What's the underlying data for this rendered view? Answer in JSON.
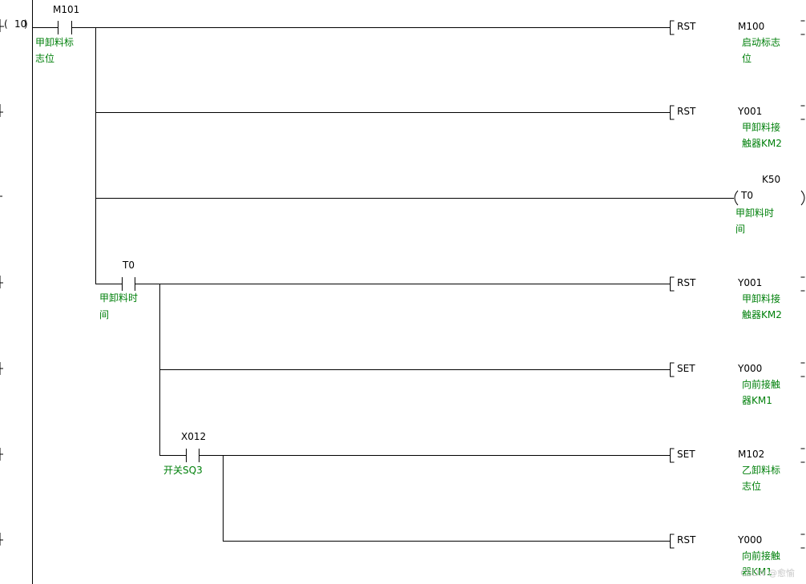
{
  "step": "10",
  "contacts": [
    {
      "device": "M101",
      "comment": [
        "甲卸料标",
        "志位"
      ]
    },
    {
      "device": "T0",
      "comment": [
        "甲卸料时",
        "间"
      ]
    },
    {
      "device": "X012",
      "comment": [
        "开关SQ3"
      ]
    }
  ],
  "outputs": [
    {
      "instr": "RST",
      "device": "M100",
      "comment": [
        "启动标志",
        "位"
      ]
    },
    {
      "instr": "RST",
      "device": "Y001",
      "comment": [
        "甲卸料接",
        "触器KM2"
      ]
    },
    {
      "instr": "",
      "device": "T0",
      "constant": "K50",
      "comment": [
        "甲卸料时",
        "间"
      ]
    },
    {
      "instr": "RST",
      "device": "Y001",
      "comment": [
        "甲卸料接",
        "触器KM2"
      ]
    },
    {
      "instr": "SET",
      "device": "Y000",
      "comment": [
        "向前接触",
        "器KM1"
      ]
    },
    {
      "instr": "SET",
      "device": "M102",
      "comment": [
        "乙卸料标",
        "志位"
      ]
    },
    {
      "instr": "RST",
      "device": "Y000",
      "comment": [
        "向前接触",
        "器KM1"
      ]
    }
  ],
  "watermark": "CSDN @愈愉",
  "colors": {
    "comment": "#00800b",
    "line": "#000000",
    "background": "#ffffff"
  }
}
